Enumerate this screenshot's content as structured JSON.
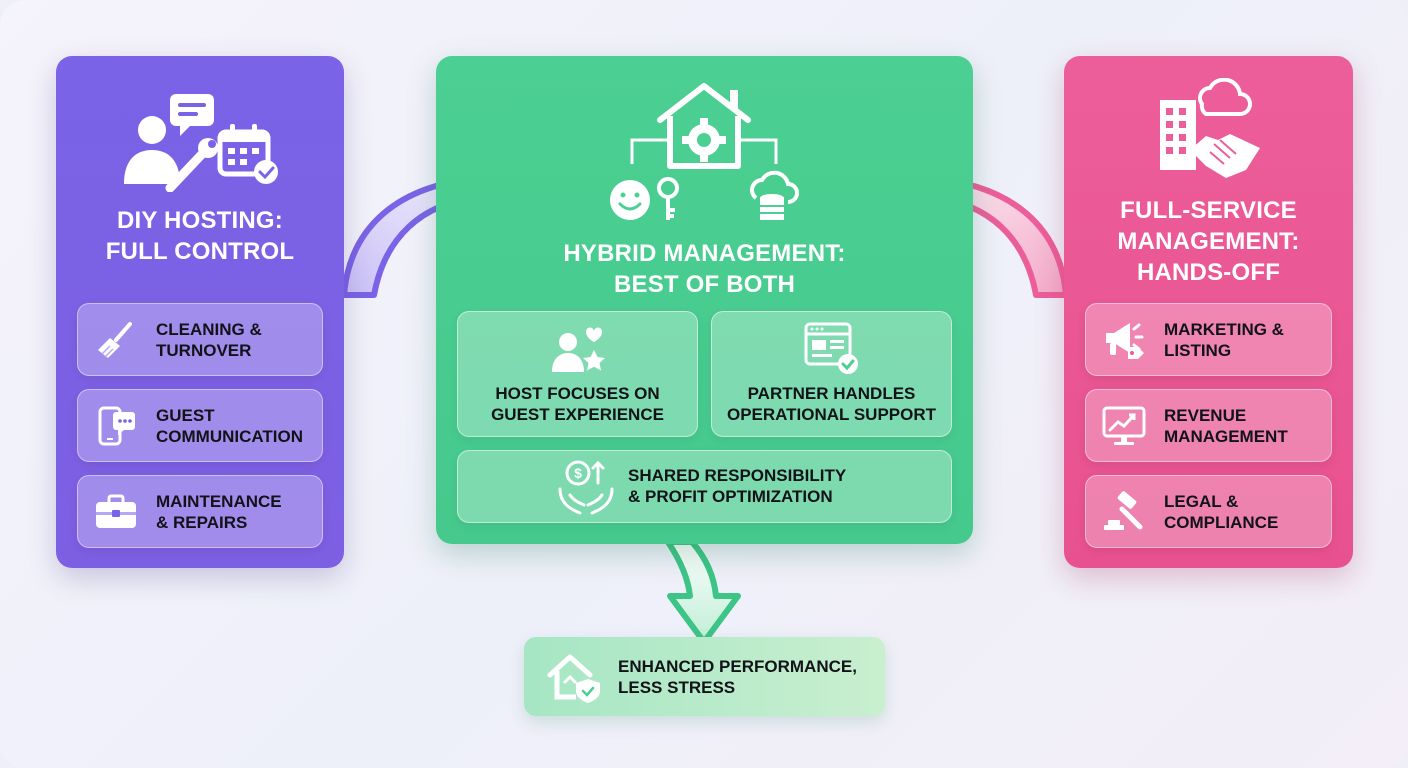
{
  "diy": {
    "title_line1": "DIY HOSTING:",
    "title_line2": "FULL CONTROL",
    "items": [
      {
        "line1": "CLEANING &",
        "line2": "TURNOVER",
        "icon": "broom-icon"
      },
      {
        "line1": "GUEST",
        "line2": "COMMUNICATION",
        "icon": "phone-chat-icon"
      },
      {
        "line1": "MAINTENANCE",
        "line2": "& REPAIRS",
        "icon": "toolbox-icon"
      }
    ],
    "header_icon": "host-tools-calendar-icon",
    "color": "#7a63e6"
  },
  "hybrid": {
    "title_line1": "HYBRID MANAGEMENT:",
    "title_line2": "BEST OF BOTH",
    "items": [
      {
        "line1": "HOST FOCUSES ON",
        "line2": "GUEST EXPERIENCE",
        "icon": "guest-star-heart-icon"
      },
      {
        "line1": "PARTNER HANDLES",
        "line2": "OPERATIONAL SUPPORT",
        "icon": "browser-check-icon"
      }
    ],
    "shared": {
      "line1": "SHARED RESPONSIBILITY",
      "line2": "& PROFIT OPTIMIZATION",
      "icon": "hands-money-icon"
    },
    "header_icon": "house-gear-icon",
    "color": "#4ccf92"
  },
  "full": {
    "title_line1": "FULL-SERVICE",
    "title_line2": "MANAGEMENT:",
    "title_line3": "HANDS-OFF",
    "items": [
      {
        "line1": "MARKETING &",
        "line2": "LISTING",
        "icon": "megaphone-icon"
      },
      {
        "line1": "REVENUE",
        "line2": "MANAGEMENT",
        "icon": "monitor-chart-icon"
      },
      {
        "line1": "LEGAL &",
        "line2": "COMPLIANCE",
        "icon": "gavel-icon"
      }
    ],
    "header_icon": "building-handshake-icon",
    "color": "#ec5e9a"
  },
  "outcome": {
    "line1": "ENHANCED PERFORMANCE,",
    "line2": "LESS STRESS",
    "icon": "house-shield-icon"
  }
}
